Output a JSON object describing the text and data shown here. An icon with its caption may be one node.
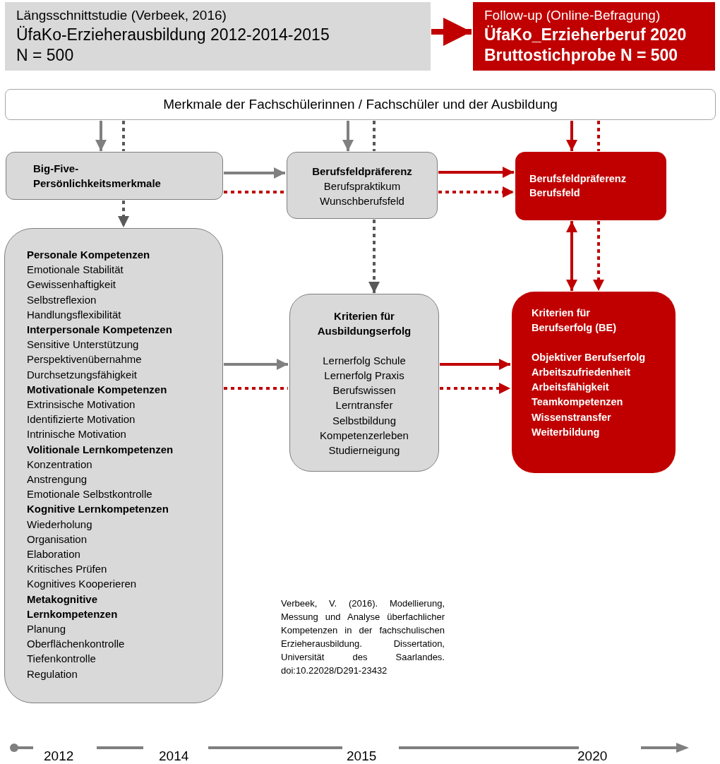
{
  "diagram": {
    "nodes": [
      {
        "text": [
          "Längsschnittstudie (Verbeek, 2016)",
          "ÜfaKo-Erzieherausbildung 2012-2014-2015",
          "N = 500"
        ]
      },
      {
        "text": [
          "Follow-up (Online-Befragung)",
          "ÜfaKo_Erzieherberuf 2020",
          "Bruttostichprobe N = 500"
        ]
      },
      {
        "text": [
          "Merkmale der Fachschülerinnen / Fachschüler und der Ausbildung"
        ]
      },
      {
        "text": [
          "**Big-Five- Persönlichkeitsmerkmale**"
        ]
      },
      {
        "text": [
          "**Berufsfeldpräferenz**",
          "Berufspraktikum",
          "Wunschberufsfeld"
        ]
      },
      {
        "text": [
          "**Berufsfeldpräferenz**",
          "**Berufsfeld**"
        ]
      },
      {
        "text": [
          "**Personale Kompetenzen**",
          "Emotionale Stabilität",
          "Gewissenhaftigkeit",
          "Selbstreflexion",
          "Handlungsflexibilität",
          "**Interpersonale Kompetenzen**",
          "Sensitive Unterstützung",
          "Perspektivenübernahme",
          "Durchsetzungsfähigkeit",
          "**Motivationale Kompetenzen**",
          "Extrinsische Motivation",
          "Identifizierte Motivation",
          "Intrinische Motivation",
          "**Volitionale Lernkompetenzen**",
          "Konzentration",
          "Anstrengung",
          "Emotionale Selbstkontrolle",
          "**Kognitive Lernkompetenzen**",
          "Wiederholung",
          "Organisation",
          "Elaboration",
          "Kritisches Prüfen",
          "Kognitives Kooperieren",
          "**Metakognitive Lernkompetenzen**",
          "Planung",
          "Oberflächenkontrolle",
          "Tiefenkontrolle",
          "Regulation"
        ]
      },
      {
        "text": [
          "**Kriterien für Ausbildungserfolg**",
          "Lernerfolg Schule",
          "Lernerfolg Praxis",
          "Berufswissen",
          "Lerntransfer",
          "Selbstbildung",
          "Kompetenzerleben",
          "Studierneigung"
        ]
      },
      {
        "text": [
          "**Kriterien für Berufserfolg (BE)**",
          "**Objektiver Berufserfolg**",
          "**Arbeitszufriedenheit**",
          "**Arbeitsfähigkeit**",
          "**Teamkompetenzen**",
          "**Wissenstransfer**",
          "**Weiterbildung**"
        ]
      }
    ],
    "edges": [
      {
        "from": 0,
        "to": 1,
        "arrow": "to",
        "style": "thick"
      },
      {
        "from": 2,
        "to": 3,
        "arrow": "to",
        "color": "#808080"
      },
      {
        "from": 2,
        "to": 3,
        "arrow": "none",
        "style": "dashed",
        "color": "#595959"
      },
      {
        "from": 2,
        "to": 4,
        "arrow": "to",
        "color": "#808080"
      },
      {
        "from": 2,
        "to": 4,
        "arrow": "none",
        "style": "dashed",
        "color": "#595959"
      },
      {
        "from": 2,
        "to": 5,
        "arrow": "to"
      },
      {
        "from": 2,
        "to": 5,
        "arrow": "none",
        "style": "dashed"
      },
      {
        "from": 3,
        "to": 4,
        "arrow": "to",
        "color": "#808080"
      },
      {
        "from": 3,
        "to": 4,
        "arrow": "none",
        "style": "dashed"
      },
      {
        "from": 4,
        "to": 5,
        "arrow": "to"
      },
      {
        "from": 4,
        "to": 5,
        "arrow": "to",
        "style": "dashed"
      },
      {
        "from": 3,
        "to": 6,
        "arrow": "to",
        "style": "dashed",
        "color": "#595959"
      },
      {
        "from": 4,
        "to": 7,
        "arrow": "to",
        "style": "dashed",
        "color": "#595959"
      },
      {
        "from": 5,
        "to": 8,
        "arrow": "both"
      },
      {
        "from": 5,
        "to": 8,
        "arrow": "to",
        "style": "dashed"
      },
      {
        "from": 6,
        "to": 7,
        "arrow": "to",
        "color": "#808080"
      },
      {
        "from": 6,
        "to": 7,
        "arrow": "none",
        "style": "dashed"
      },
      {
        "from": 7,
        "to": 8,
        "arrow": "to"
      },
      {
        "from": 7,
        "to": 8,
        "arrow": "to",
        "style": "dashed"
      }
    ],
    "labels": [
      "Verbeek, V. (2016). Modellierung, Messung und Analyse überfachlicher Kompetenzen in der fachschulischen Erzieherausbildung. Dissertation, Universität des Saarlandes. doi:10.22028/D291-23432",
      "2012",
      "2014",
      "2015",
      "2020"
    ]
  }
}
